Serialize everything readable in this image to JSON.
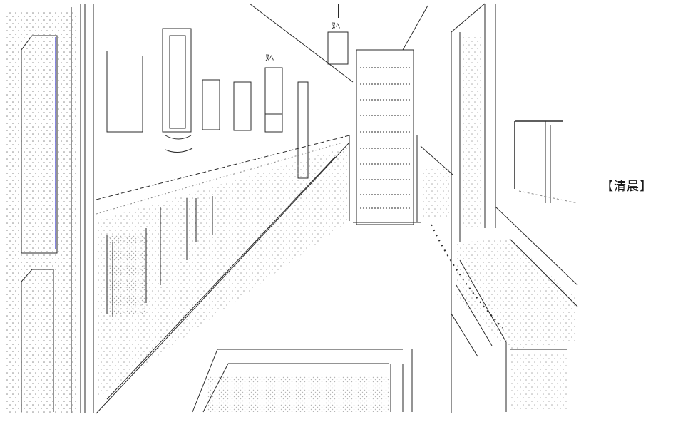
{
  "caption": "【清晨】",
  "colors": {
    "background": "#ffffff",
    "ink": "#2a2a2a",
    "dot": "#8a8a8a",
    "accent_blue": "#3a3ad0"
  },
  "art_description_icons": [
    "stairwell-art",
    "building-facade-art",
    "window-art",
    "railing-art"
  ]
}
